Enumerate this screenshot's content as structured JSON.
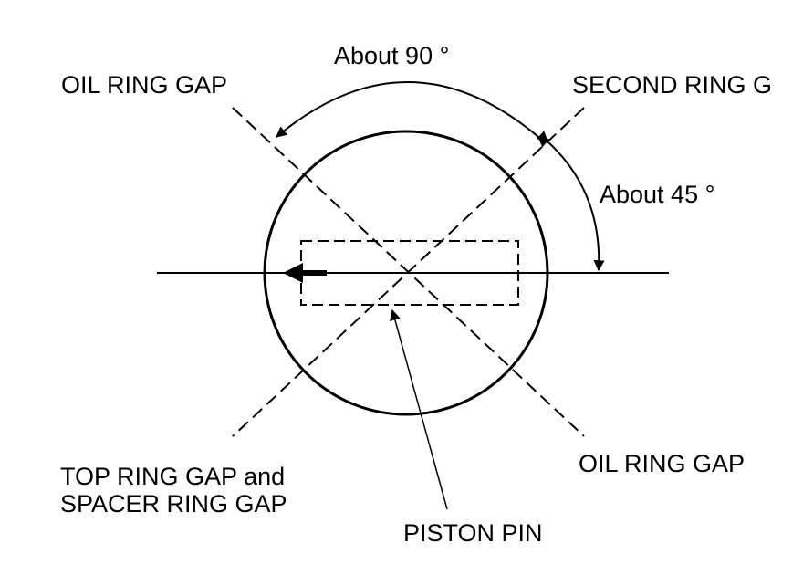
{
  "labels": {
    "angle_top": "About 90 °",
    "angle_right": "About 45 °",
    "oil_ring_gap_upper": "OIL RING GAP",
    "second_ring_gap": "SECOND RING G",
    "oil_ring_gap_lower": "OIL RING GAP",
    "top_ring_gap_line1": "TOP RING GAP and",
    "top_ring_gap_line2": "SPACER RING GAP",
    "piston_pin": "PISTON PIN"
  },
  "colors": {
    "line": "#000000",
    "background": "#ffffff"
  }
}
